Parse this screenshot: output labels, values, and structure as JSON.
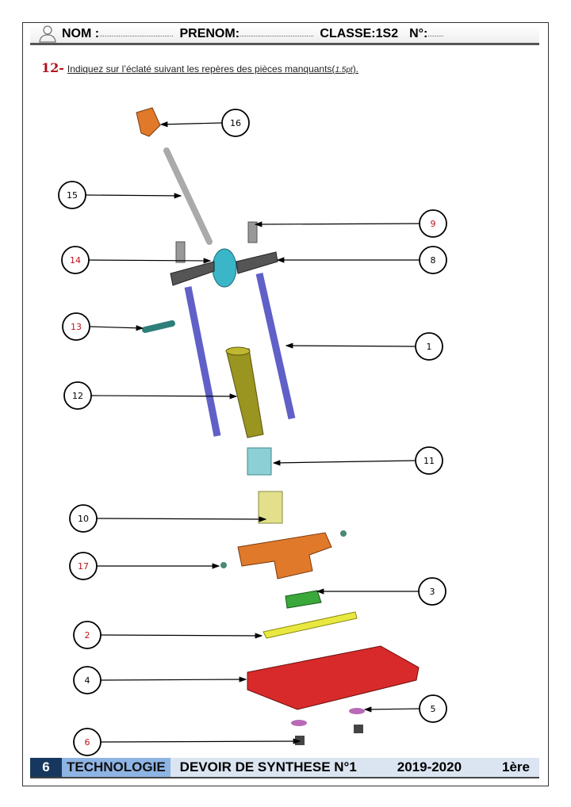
{
  "header": {
    "nom": "NOM :",
    "nom_dots": "..........................................",
    "prenom": "PRENOM:",
    "prenom_dots": "..........................................",
    "classe": "CLASSE:1S2",
    "numero": "N°:",
    "numero_dots": "........."
  },
  "question": {
    "number": "12-",
    "text": "Indiquez sur l’éclaté suivant les repères des pièces manquants(",
    "points": "1.5pt",
    ")": ")."
  },
  "labels": [
    {
      "id": "16",
      "color": "#000000"
    },
    {
      "id": "15",
      "color": "#000000"
    },
    {
      "id": "9",
      "color": "#c0141e"
    },
    {
      "id": "14",
      "color": "#c0141e"
    },
    {
      "id": "8",
      "color": "#000000"
    },
    {
      "id": "13",
      "color": "#c0141e"
    },
    {
      "id": "1",
      "color": "#000000"
    },
    {
      "id": "12",
      "color": "#000000"
    },
    {
      "id": "11",
      "color": "#000000"
    },
    {
      "id": "10",
      "color": "#000000"
    },
    {
      "id": "17",
      "color": "#c0141e"
    },
    {
      "id": "3",
      "color": "#000000"
    },
    {
      "id": "2",
      "color": "#c0141e"
    },
    {
      "id": "4",
      "color": "#000000"
    },
    {
      "id": "5",
      "color": "#000000"
    },
    {
      "id": "6",
      "color": "#c0141e"
    }
  ],
  "footer": {
    "page": "6",
    "subject": "TECHNOLOGIE",
    "exam": "DEVOIR DE SYNTHESE N°1",
    "year": "2019-2020",
    "level": "1ère"
  }
}
